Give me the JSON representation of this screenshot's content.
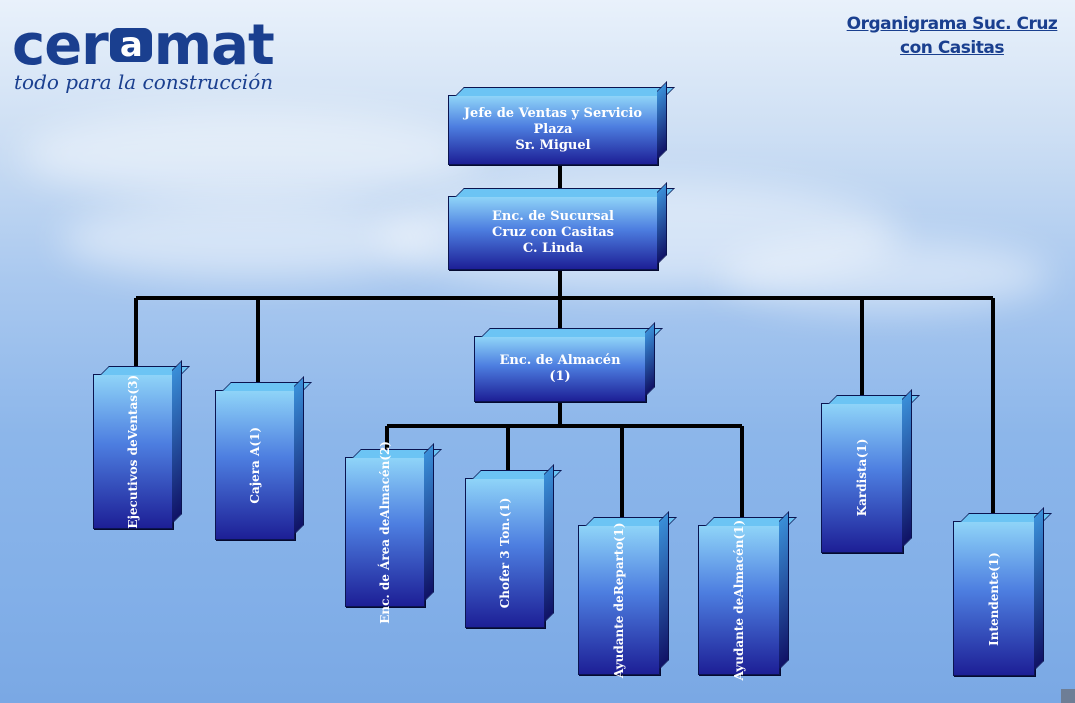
{
  "logo": {
    "prefix": "cer",
    "mark": "a",
    "suffix": "mat",
    "tagline": "todo para la construcción"
  },
  "title": {
    "line1": "Organigrama Suc. Cruz",
    "line2": "con Casitas"
  },
  "nodes": {
    "jefe": [
      "Jefe de Ventas y Servicio",
      "Plaza",
      "Sr. Miguel"
    ],
    "sucursal": [
      "Enc. de Sucursal",
      "Cruz con Casitas",
      "C. Linda"
    ],
    "almacen": [
      "Enc. de Almacén",
      "(1)"
    ],
    "ejecutivos": [
      "Ejecutivos de",
      "Ventas",
      "(3)"
    ],
    "cajera": [
      "Cajera A",
      "(1)"
    ],
    "area_almacen": [
      "Enc. de Área de",
      "Almacén",
      "(2)"
    ],
    "chofer": [
      "Chofer 3 Ton.",
      "(1)"
    ],
    "ayudante_reparto": [
      "Ayudante de",
      "Reparto",
      "(1)"
    ],
    "ayudante_almacen": [
      "Ayudante de",
      "Almacén",
      "(1)"
    ],
    "kardista": [
      "Kardista",
      "(1)"
    ],
    "intendente": [
      "Intendente",
      "(1)"
    ]
  },
  "colors": {
    "brand": "#1a3f8f",
    "box_top": "#8fd4f8",
    "box_bottom": "#1d1f96",
    "connector": "#000000"
  }
}
